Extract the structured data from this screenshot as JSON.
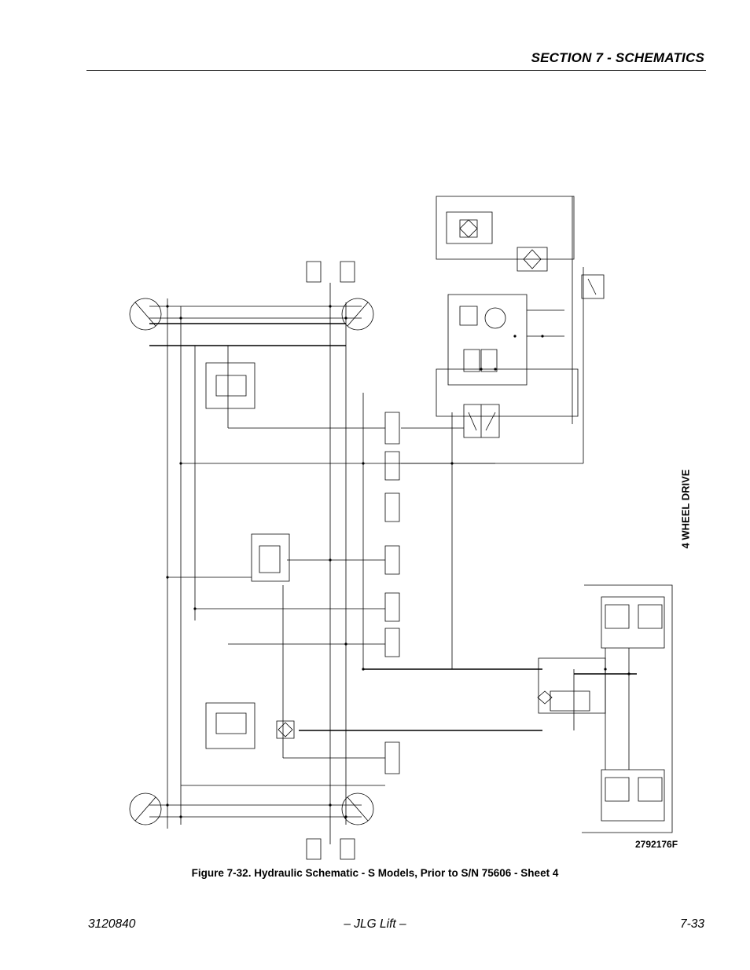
{
  "header": {
    "section_title": "SECTION 7 - SCHEMATICS"
  },
  "side_label": "4 WHEEL DRIVE",
  "drawing_number": "2792176F",
  "figure_caption": "Figure 7-32.  Hydraulic Schematic - S Models, Prior to S/N 75606 - Sheet 4",
  "footer": {
    "doc_number": "3120840",
    "publisher": "– JLG Lift –",
    "page_number": "7-33"
  }
}
